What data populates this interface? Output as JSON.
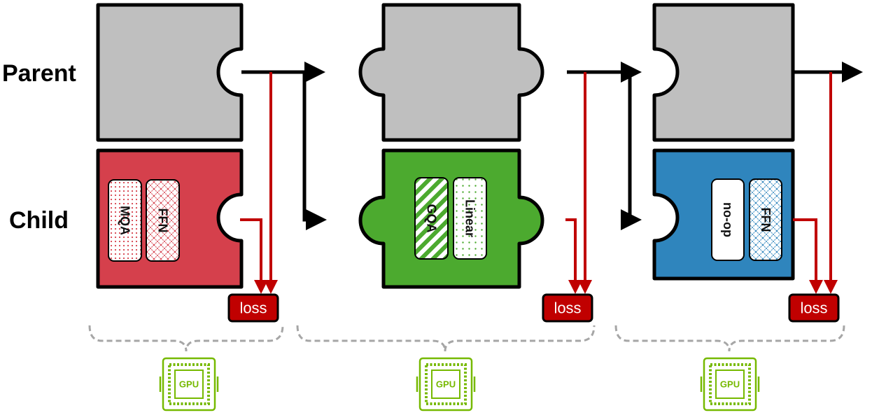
{
  "labels": {
    "parent": "Parent",
    "child": "Child"
  },
  "colors": {
    "parent_piece": "#bfbfbf",
    "child_red": "#d5404c",
    "child_green": "#4caa2f",
    "child_blue": "#2f85bd",
    "loss_box": "#c00000",
    "loss_arrow": "#c00000",
    "gpu": "#76b900",
    "brace": "#a6a6a6"
  },
  "stages": [
    {
      "child_blocks": [
        "MQA",
        "FFN"
      ],
      "loss": "loss",
      "gpu": "GPU"
    },
    {
      "child_blocks": [
        "GQA",
        "Linear"
      ],
      "loss": "loss",
      "gpu": "GPU"
    },
    {
      "child_blocks": [
        "no-op",
        "FFN"
      ],
      "loss": "loss",
      "gpu": "GPU"
    }
  ]
}
